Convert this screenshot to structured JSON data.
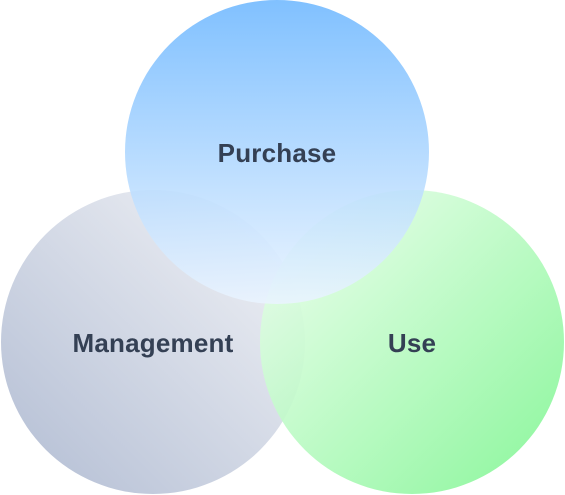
{
  "diagram": {
    "type": "venn",
    "label_color": "#344054",
    "sets": [
      {
        "id": "purchase",
        "label": "Purchase",
        "gradient": [
          "#6fb8ff",
          "#eaf4ff"
        ]
      },
      {
        "id": "management",
        "label": "Management",
        "gradient": [
          "#a9b5ce",
          "#f4f5f8"
        ]
      },
      {
        "id": "use",
        "label": "Use",
        "gradient": [
          "#f2fff2",
          "#7cf58f"
        ]
      }
    ]
  }
}
